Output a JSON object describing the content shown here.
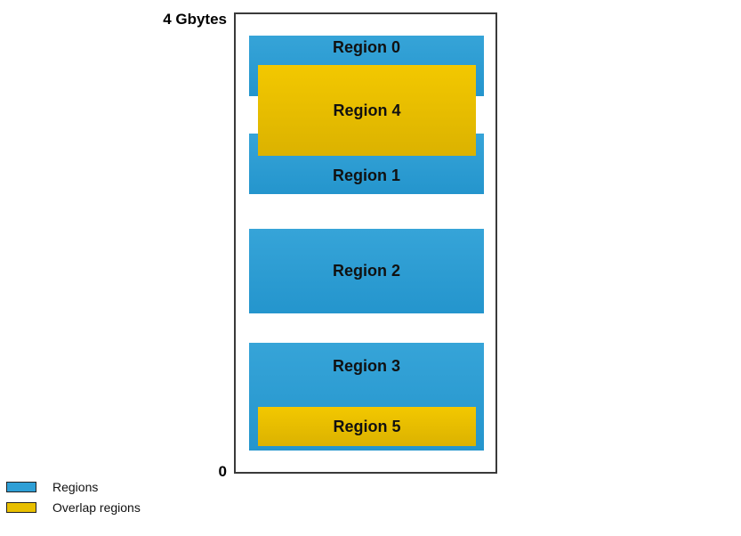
{
  "axis": {
    "top_label": "4 Gbytes",
    "bottom_label": "0"
  },
  "regions": {
    "r0": "Region 0",
    "r1": "Region 1",
    "r2": "Region 2",
    "r3": "Region 3",
    "r4": "Region 4",
    "r5": "Region 5"
  },
  "legend": {
    "regions_label": "Regions",
    "overlap_label": "Overlap regions"
  },
  "colors": {
    "region": "#2e9fd6",
    "overlap_region": "#e8bf00",
    "border": "#3a3a3a"
  }
}
